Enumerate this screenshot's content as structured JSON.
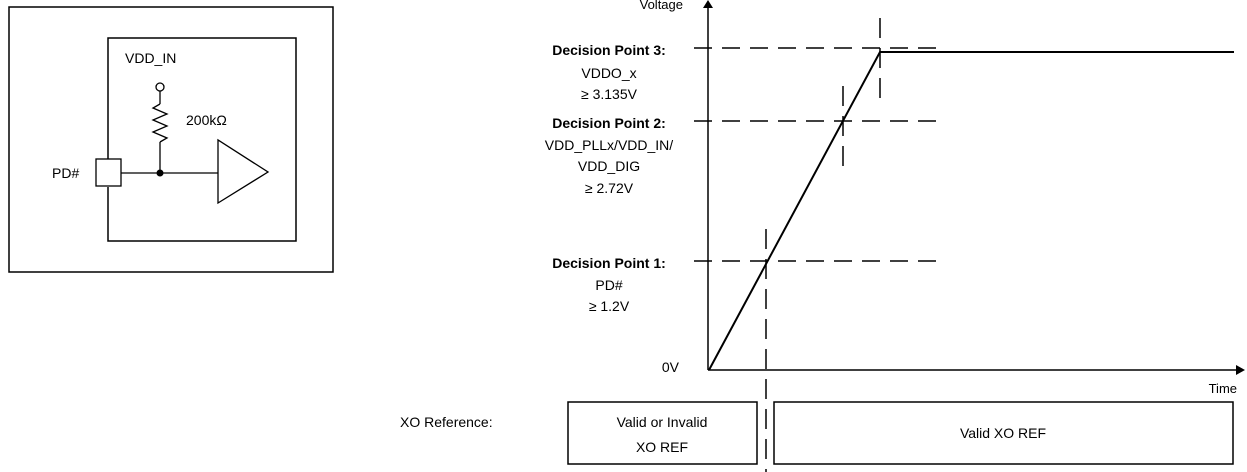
{
  "circuit": {
    "supply_label": "VDD_IN",
    "resistor_label": "200kΩ",
    "pin_label": "PD#"
  },
  "timing": {
    "y_axis_label": "Voltage",
    "x_axis_label": "Time",
    "origin_label": "0V",
    "decision_points": [
      {
        "title": "Decision Point 1:",
        "lines": [
          "PD#",
          "≥ 1.2V"
        ]
      },
      {
        "title": "Decision Point 2:",
        "lines": [
          "VDD_PLLx/VDD_IN/",
          "VDD_DIG",
          "≥ 2.72V"
        ]
      },
      {
        "title": "Decision Point 3:",
        "lines": [
          "VDDO_x",
          "≥ 3.135V"
        ]
      }
    ]
  },
  "xo_reference": {
    "label": "XO Reference:",
    "boxes": [
      {
        "lines": [
          "Valid or Invalid",
          "XO REF"
        ]
      },
      {
        "lines": [
          "Valid XO REF"
        ]
      }
    ]
  }
}
